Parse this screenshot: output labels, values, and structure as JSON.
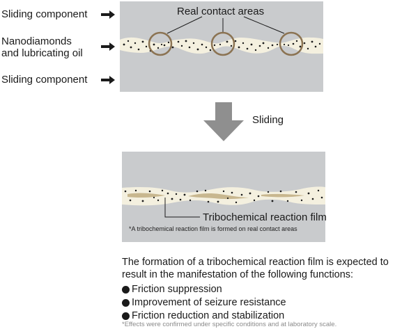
{
  "labels": {
    "sliding_top": "Sliding component",
    "nano_line1": "Nanodiamonds",
    "nano_line2": "and lubricating oil",
    "sliding_bottom": "Sliding component",
    "real_contact": "Real contact areas",
    "sliding_action": "Sliding",
    "film": "Tribochemical reaction film",
    "film_note": "*A tribochemical reaction film is formed on real contact areas"
  },
  "summary": {
    "line1": "The formation of a tribochemical reaction film is expected to",
    "line2": "result in the manifestation of the following functions:",
    "items": [
      "Friction suppression",
      "Improvement of seizure resistance",
      "Friction reduction and stabilization"
    ],
    "footnote": "*Effects were confirmed under specific conditions and at laboratory scale."
  },
  "colors": {
    "panel": "#c9cbcd",
    "oil": "#f4f0df",
    "film": "#c8b78f",
    "circle": "#8b7352",
    "big_arrow": "#8f8f8f"
  },
  "icons": [
    "right-arrow-icon",
    "down-arrow-icon",
    "bullet-icon"
  ]
}
